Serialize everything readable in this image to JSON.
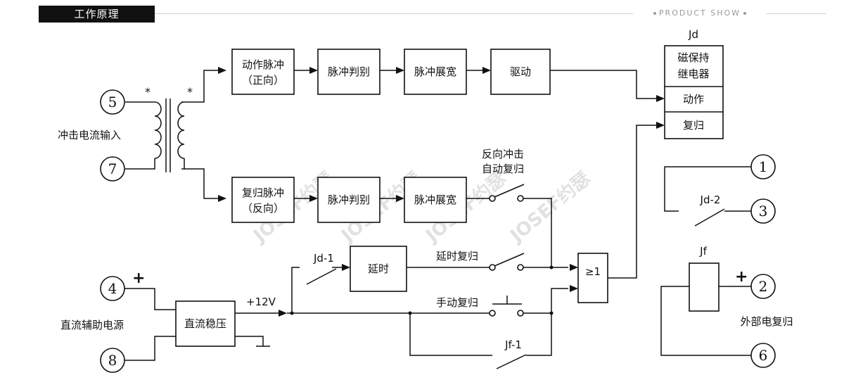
{
  "header": {
    "tab_label": "工作原理",
    "right_label": "PRODUCT SHOW"
  },
  "watermark": "JOSEF约瑟",
  "blocks": {
    "action_pulse_1": "动作脉冲",
    "action_pulse_2": "（正向）",
    "pulse_judge_1": "脉冲判别",
    "pulse_widen_1": "脉冲展宽",
    "drive": "驱动",
    "reset_pulse_1": "复归脉冲",
    "reset_pulse_2": "（反向）",
    "pulse_judge_2": "脉冲判别",
    "pulse_widen_2": "脉冲展宽",
    "delay": "延时",
    "regulator": "直流稳压",
    "or_gate": "≥1",
    "relay_1": "磁保持",
    "relay_2": "继电器",
    "relay_action": "动作",
    "relay_reset": "复归",
    "jf_box_label": "Jf",
    "jd_label": "Jd"
  },
  "labels": {
    "impulse_input": "冲击电流输入",
    "dc_aux_power": "直流辅助电源",
    "reverse_impulse_1": "反向冲击",
    "reverse_impulse_2": "自动复归",
    "delay_reset": "延时复归",
    "manual_reset": "手动复归",
    "external_reset": "外部电复归",
    "jd1": "Jd-1",
    "jd2": "Jd-2",
    "jf1": "Jf-1",
    "v12": "+12V",
    "plus_left": "+",
    "plus_right": "+",
    "star_left": "*",
    "star_right": "*"
  },
  "terminals": {
    "t5": "5",
    "t7": "7",
    "t4": "4",
    "t8": "8",
    "t1": "1",
    "t3": "3",
    "t2": "2",
    "t6": "6"
  }
}
